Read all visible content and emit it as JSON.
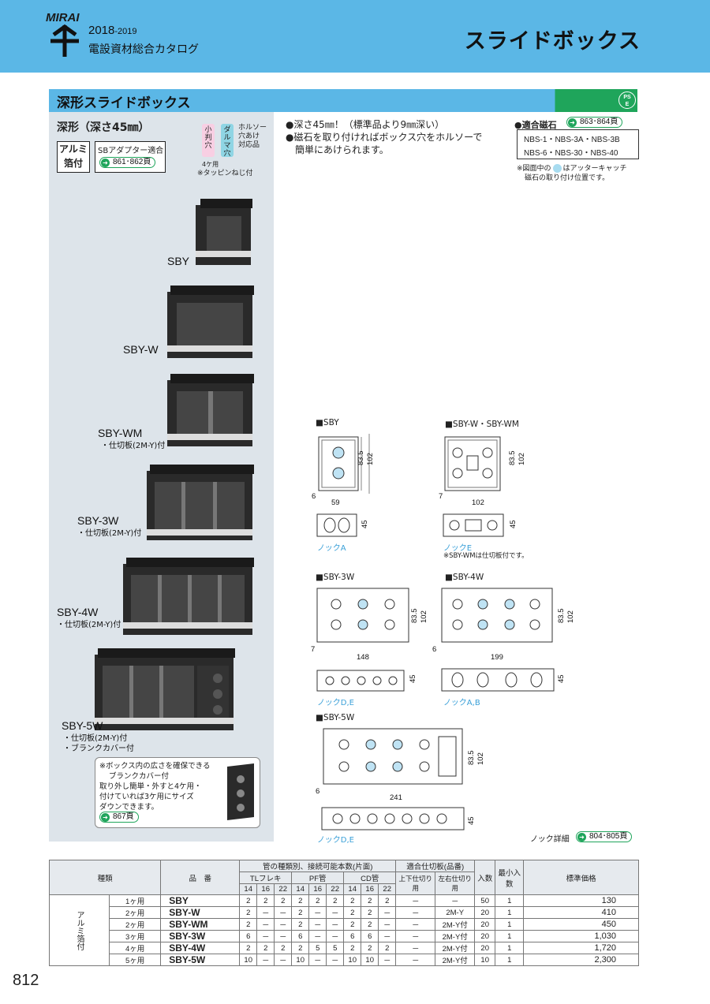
{
  "header": {
    "logo": "MIRAI",
    "catalog_year_a": "2018",
    "catalog_year_b": "-2019",
    "catalog_title": "電設資材総合カタログ",
    "page_title": "スライドボックス"
  },
  "section": {
    "title": "深形スライドボックス",
    "pse_badge": "PS E"
  },
  "left_panel": {
    "depth_title": "深形（深さ45㎜）",
    "alumi_badge_1": "アルミ",
    "alumi_badge_2": "箔付",
    "sb_label": "SBアダプター適合",
    "sb_ref": "861･862頁",
    "tag_kohan": "小判穴",
    "tag_dalma": "ダルマ穴",
    "tag_holsaw": [
      "ホルソー",
      "穴あけ",
      "対応品"
    ],
    "tag_4": "4ケ用",
    "tappin": "※タッピンねじ付",
    "products": [
      {
        "name": "SBY",
        "subs": []
      },
      {
        "name": "SBY-W",
        "subs": []
      },
      {
        "name": "SBY-WM",
        "subs": [
          "・仕切板(2M-Y)付"
        ]
      },
      {
        "name": "SBY-3W",
        "subs": [
          "・仕切板(2M-Y)付"
        ]
      },
      {
        "name": "SBY-4W",
        "subs": [
          "・仕切板(2M-Y)付"
        ]
      },
      {
        "name": "SBY-5W",
        "subs": [
          "・仕切板(2M-Y)付",
          "・ブランクカバー付"
        ]
      }
    ],
    "note_lines": [
      "※ボックス内の広さを確保できる",
      "ブランクカバー付",
      "取り外し簡単・外すと4ケ用・",
      "付けていれば3ケ用にサイズ",
      "ダウンできます。"
    ],
    "note_ref": "867頁"
  },
  "features": {
    "bullet_1": "●深さ45㎜！（標準品より9㎜深い）",
    "bullet_2a": "●磁石を取り付ければボックス穴をホルソーで",
    "bullet_2b": "簡単にあけられます。"
  },
  "magnet": {
    "heading": "●適合磁石",
    "ref": "863･864頁",
    "line_1": "NBS-1・NBS-3A・NBS-3B",
    "line_2": "NBS-6・NBS-30・NBS-40",
    "note_1": "※図面中の",
    "note_2": "はアッターキャッチ",
    "note_3": "磁石の取り付け位置です。"
  },
  "diagrams": {
    "sby": {
      "title": "■SBY",
      "w": "59",
      "edge": "6",
      "h1": "83.5",
      "h2": "102",
      "depth": "45",
      "knock": "ノックA"
    },
    "sbyw": {
      "title": "■SBY-W・SBY-WM",
      "w": "102",
      "edge": "7",
      "h1": "83.5",
      "h2": "102",
      "depth": "45",
      "knock": "ノックE",
      "note": "※SBY-WMは仕切板付です。"
    },
    "sby3w": {
      "title": "■SBY-3W",
      "w": "148",
      "edge": "7",
      "h1": "83.5",
      "h2": "102",
      "depth": "45",
      "knock": "ノックD,E"
    },
    "sby4w": {
      "title": "■SBY-4W",
      "w": "199",
      "edge": "6",
      "h1": "83.5",
      "h2": "102",
      "depth": "45",
      "knock": "ノックA,B"
    },
    "sby5w": {
      "title": "■SBY-5W",
      "w": "241",
      "edge": "6",
      "h1": "83.5",
      "h2": "102",
      "depth": "45",
      "knock": "ノックD,E"
    }
  },
  "knock_detail": {
    "label": "ノック詳細",
    "ref": "804･805頁"
  },
  "table": {
    "h_type": "種類",
    "h_model": "品　番",
    "h_pipes": "管の種類別、接続可能本数(片面)",
    "h_tl": "TLフレキ",
    "h_pf": "PF管",
    "h_cd": "CD管",
    "h_partition": "適合仕切板(品番)",
    "h_updown": "上下仕切り用",
    "h_leftright": "左右仕切り用",
    "h_qty": "入数",
    "h_min": "最小入数",
    "h_price": "標準価格",
    "sizes": [
      "14",
      "16",
      "22",
      "14",
      "16",
      "22",
      "14",
      "16",
      "22"
    ],
    "group_label": "アルミ箔付",
    "rows": [
      {
        "kind": "1ヶ用",
        "model": "SBY",
        "c": [
          "2",
          "2",
          "2",
          "2",
          "2",
          "2",
          "2",
          "2",
          "2"
        ],
        "ud": "－",
        "lr": "－",
        "qty": "50",
        "min": "1",
        "price": "130"
      },
      {
        "kind": "2ヶ用",
        "model": "SBY-W",
        "c": [
          "2",
          "－",
          "－",
          "2",
          "－",
          "－",
          "2",
          "2",
          "－"
        ],
        "ud": "－",
        "lr": "2M-Y",
        "qty": "20",
        "min": "1",
        "price": "410"
      },
      {
        "kind": "2ヶ用",
        "model": "SBY-WM",
        "c": [
          "2",
          "－",
          "－",
          "2",
          "－",
          "－",
          "2",
          "2",
          "－"
        ],
        "ud": "－",
        "lr": "2M-Y付",
        "qty": "20",
        "min": "1",
        "price": "450"
      },
      {
        "kind": "3ヶ用",
        "model": "SBY-3W",
        "c": [
          "6",
          "－",
          "－",
          "6",
          "－",
          "－",
          "6",
          "6",
          "－"
        ],
        "ud": "－",
        "lr": "2M-Y付",
        "qty": "20",
        "min": "1",
        "price": "1,030"
      },
      {
        "kind": "4ヶ用",
        "model": "SBY-4W",
        "c": [
          "2",
          "2",
          "2",
          "2",
          "5",
          "5",
          "2",
          "2",
          "2"
        ],
        "ud": "－",
        "lr": "2M-Y付",
        "qty": "20",
        "min": "1",
        "price": "1,720"
      },
      {
        "kind": "5ヶ用",
        "model": "SBY-5W",
        "c": [
          "10",
          "－",
          "－",
          "10",
          "－",
          "－",
          "10",
          "10",
          "－"
        ],
        "ud": "－",
        "lr": "2M-Y付",
        "qty": "10",
        "min": "1",
        "price": "2,300"
      }
    ]
  },
  "page_number": "812",
  "colors": {
    "header_blue": "#5bb7e6",
    "accent_green": "#1fa55b",
    "panel_grey": "#dde4ea",
    "knock_blue": "#3aa0d8"
  }
}
